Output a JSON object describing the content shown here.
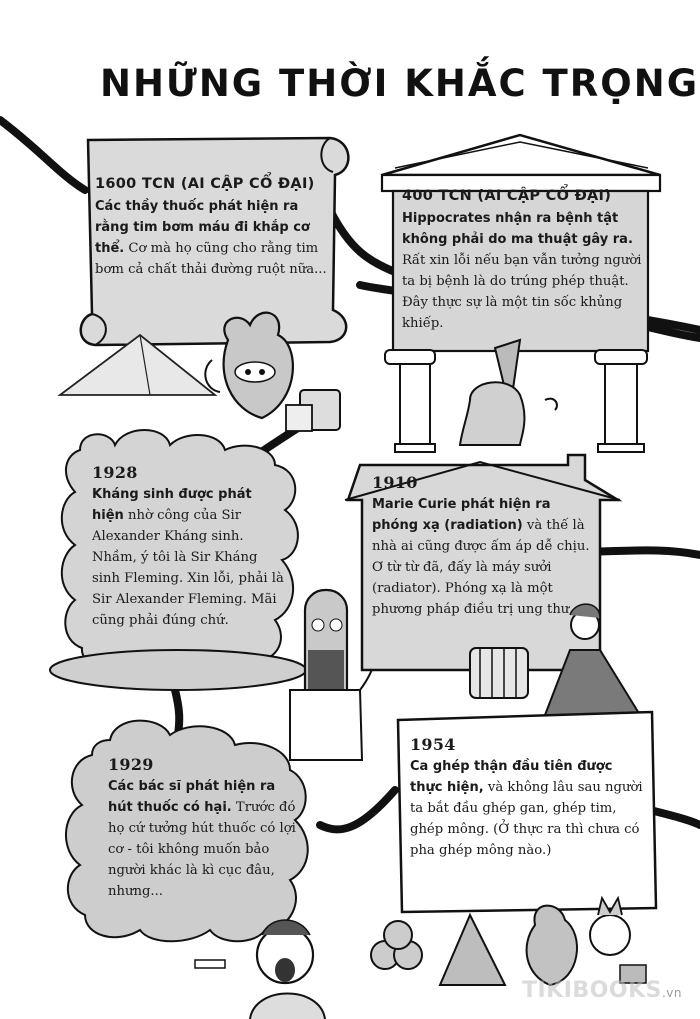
{
  "page": {
    "title": "NHỮNG THỜI KHẮC TRỌNG"
  },
  "events": [
    {
      "header": "1600 TCN (AI CẬP CỔ ĐẠI)",
      "bold": "Các thầy thuốc phát hiện ra rằng tim bơm máu đi khắp cơ thể.",
      "text": " Cơ mà họ cũng cho rằng tim bơm cả chất thải đường ruột nữa..."
    },
    {
      "header": "400 TCN (AI CẬP CỔ ĐẠI)",
      "bold": "Hippocrates nhận ra bệnh tật không phải do ma thuật gây ra.",
      "text": " Rất xin lỗi nếu bạn vẫn tưởng người ta bị bệnh là do trúng phép thuật. Đây thực sự là một tin sốc khủng khiếp."
    },
    {
      "header": "1928",
      "bold": "Kháng sinh được phát hiện",
      "text": " nhờ công của Sir Alexander Kháng sinh. Nhầm, ý tôi là Sir Kháng sinh Fleming. Xin lỗi, phải là Sir Alexander Fleming. Mãi cũng phải đúng chứ."
    },
    {
      "header": "1910",
      "bold": "Marie Curie phát hiện ra phóng xạ (radiation)",
      "text": " và thế là nhà ai cũng được ấm áp dễ chịu. Ơ từ từ đã, đấy là máy sưởi (radiator). Phóng xạ là một phương pháp điều trị ung thư."
    },
    {
      "header": "1929",
      "bold": "Các bác sĩ phát hiện ra hút thuốc có hại.",
      "text": " Trước đó họ cứ tưởng hút thuốc có lợi cơ - tôi không muốn bảo người khác là kì cục đâu, nhưng..."
    },
    {
      "header": "1954",
      "bold": "Ca ghép thận đầu tiên được thực hiện,",
      "text": " và không lâu sau người ta bắt đầu ghép gan, ghép tim, ghép mông. (Ở thực ra thì chưa có pha ghép mông nào.)"
    }
  ],
  "watermark": {
    "text": "TIKIBOOKS",
    "suffix": ".vn"
  },
  "colors": {
    "ink": "#1a1a1a",
    "panel_grey": "#d9d9d9",
    "cloud_grey": "#cfcfcf",
    "paper": "#ffffff"
  }
}
